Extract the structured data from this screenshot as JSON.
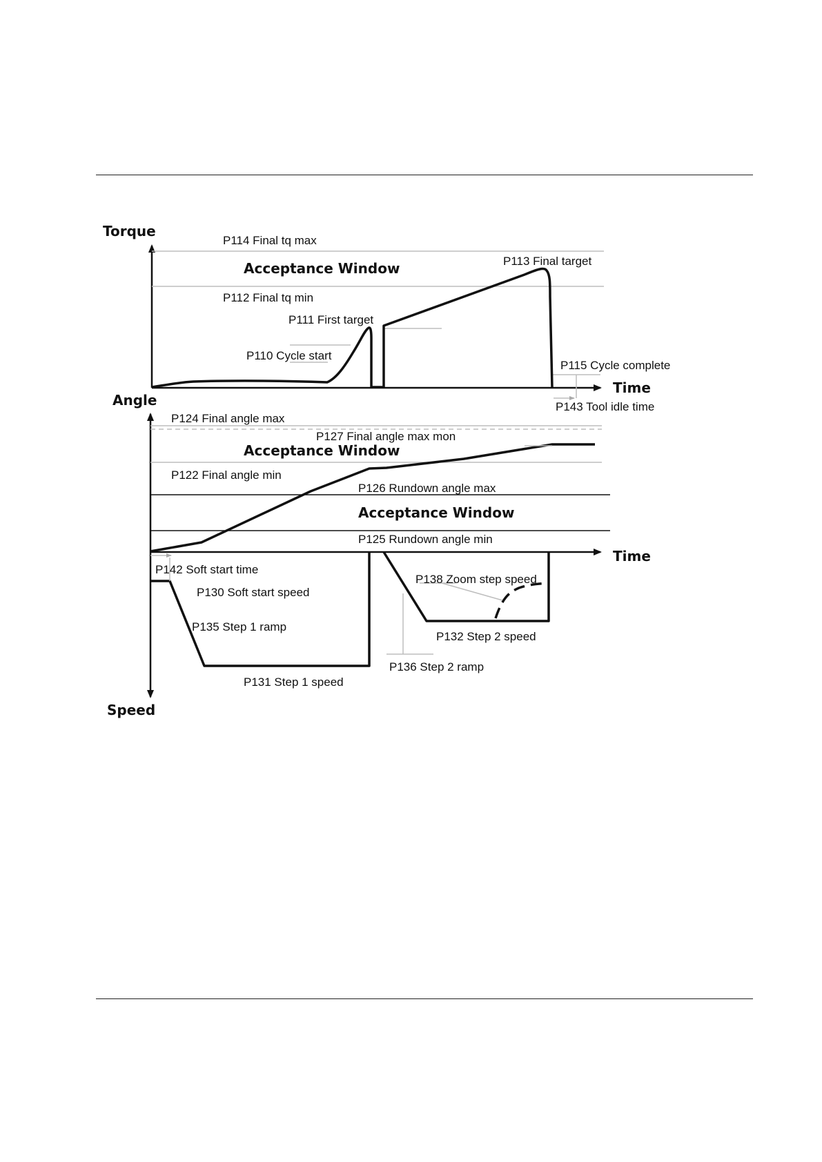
{
  "torque_chart": {
    "y_axis_title": "Torque",
    "x_axis_title": "Time",
    "window_title": "Acceptance Window",
    "labels": {
      "p114": "P114 Final tq max",
      "p112": "P112 Final tq min",
      "p113": "P113 Final target",
      "p111": "P111 First target",
      "p110": "P110 Cycle start",
      "p115": "P115 Cycle complete",
      "p143": "P143 Tool idle time"
    }
  },
  "angle_chart": {
    "y_axis_title": "Angle",
    "x_axis_title": "Time",
    "final_window_title": "Acceptance Window",
    "rundown_window_title": "Acceptance Window",
    "labels": {
      "p124": "P124 Final angle max",
      "p127": "P127 Final angle max mon",
      "p122": "P122 Final angle min",
      "p126": "P126 Rundown angle max",
      "p125": "P125 Rundown angle min"
    }
  },
  "speed_chart": {
    "y_axis_title": "Speed",
    "labels": {
      "p142": "P142 Soft start time",
      "p130": "P130 Soft start speed",
      "p135": "P135 Step 1 ramp",
      "p131": "P131 Step 1 speed",
      "p138": "P138 Zoom step speed",
      "p132": "P132 Step 2 speed",
      "p136": "P136 Step 2 ramp"
    }
  }
}
